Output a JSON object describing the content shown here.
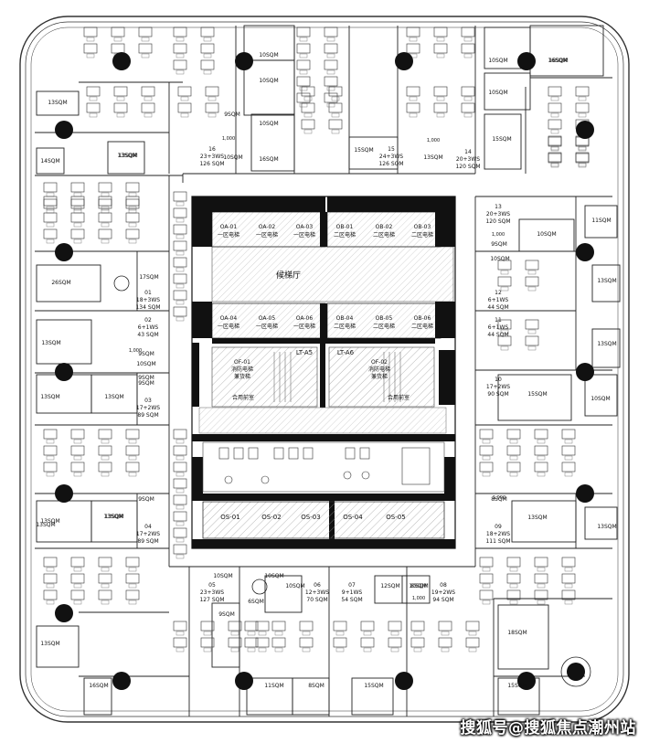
{
  "lobby_label": "候梯厅",
  "elevators": [
    {
      "code": "OA-01",
      "name": "一区电梯"
    },
    {
      "code": "OA-02",
      "name": "一区电梯"
    },
    {
      "code": "OA-03",
      "name": "一区电梯"
    },
    {
      "code": "OB-01",
      "name": "二区电梯"
    },
    {
      "code": "OB-02",
      "name": "二区电梯"
    },
    {
      "code": "OB-03",
      "name": "二区电梯"
    },
    {
      "code": "OA-04",
      "name": "一区电梯"
    },
    {
      "code": "OA-05",
      "name": "一区电梯"
    },
    {
      "code": "OA-06",
      "name": "一区电梯"
    },
    {
      "code": "OB-04",
      "name": "二区电梯"
    },
    {
      "code": "OB-05",
      "name": "二区电梯"
    },
    {
      "code": "OB-06",
      "name": "二区电梯"
    }
  ],
  "service_elevators": [
    {
      "code": "OS-01"
    },
    {
      "code": "OS-02"
    },
    {
      "code": "OS-03"
    },
    {
      "code": "OS-04"
    },
    {
      "code": "OS-05"
    }
  ],
  "core_labels": {
    "of01": [
      "OF-01",
      "消防电梯",
      "兼货梯"
    ],
    "of02": [
      "OF-02",
      "消防电梯",
      "兼货梯"
    ],
    "lt_a5": "LT-A5",
    "lt_a6": "LT-A6",
    "shaft1": "合用前室",
    "shaft2": "合用前室"
  },
  "room_labels": [
    "13SQM",
    "10SQM",
    "10SQM",
    "10SQM",
    "16SQM",
    "9SQM",
    "10SQM",
    "10SQM",
    "13SQM",
    "14SQM",
    "13SQM",
    "15SQM",
    "15SQM",
    "13SQM",
    "11SQM",
    "10SQM",
    "9SQM",
    "10SQM",
    "13SQM",
    "13SQM",
    "13SQM",
    "13SQM",
    "9SQM",
    "15SQM",
    "10SQM",
    "8SQM",
    "13SQM",
    "13SQM",
    "18SQM",
    "10SQM",
    "6SQM",
    "10SQM",
    "12SQM",
    "8SQM",
    "9SQM",
    "11SQM",
    "8SQM",
    "15SQM",
    "15SQM",
    "16SQM",
    "10SQM",
    "13SQM",
    "26SQM",
    "17SQM",
    "9SQM",
    "10SQM",
    "13SQM",
    "13SQM",
    "9SQM",
    "13SQM",
    "13SQM",
    "16SQM",
    "16SQM",
    "10SQM",
    "10SQM",
    "13SQM",
    "9SQM"
  ],
  "zones": [
    {
      "id": "16",
      "ws": "23+3WS",
      "sqm": "126 SQM"
    },
    {
      "id": "15",
      "ws": "24+3WS",
      "sqm": "126 SQM"
    },
    {
      "id": "14",
      "ws": "20+3WS",
      "sqm": "120 SQM"
    },
    {
      "id": "13",
      "ws": "20+3WS",
      "sqm": "120 SQM"
    },
    {
      "id": "12",
      "ws": "6+1WS",
      "sqm": "44 SQM"
    },
    {
      "id": "11",
      "ws": "6+1WS",
      "sqm": "44 SQM"
    },
    {
      "id": "10",
      "ws": "17+2WS",
      "sqm": "90 SQM"
    },
    {
      "id": "09",
      "ws": "18+2WS",
      "sqm": "111 SQM"
    },
    {
      "id": "08",
      "ws": "19+2WS",
      "sqm": "94 SQM"
    },
    {
      "id": "07",
      "ws": "9+1WS",
      "sqm": "54 SQM"
    },
    {
      "id": "06",
      "ws": "12+3WS",
      "sqm": "70 SQM"
    },
    {
      "id": "05",
      "ws": "23+3WS",
      "sqm": "127 SQM"
    },
    {
      "id": "04",
      "ws": "17+2WS",
      "sqm": "89 SQM"
    },
    {
      "id": "03",
      "ws": "17+2WS",
      "sqm": "89 SQM"
    },
    {
      "id": "02",
      "ws": "6+1WS",
      "sqm": "43 SQM"
    },
    {
      "id": "01",
      "ws": "18+3WS",
      "sqm": "134 SQM"
    }
  ],
  "dimension_label": "1,000",
  "watermark": "搜狐号@搜狐焦点潮州站"
}
